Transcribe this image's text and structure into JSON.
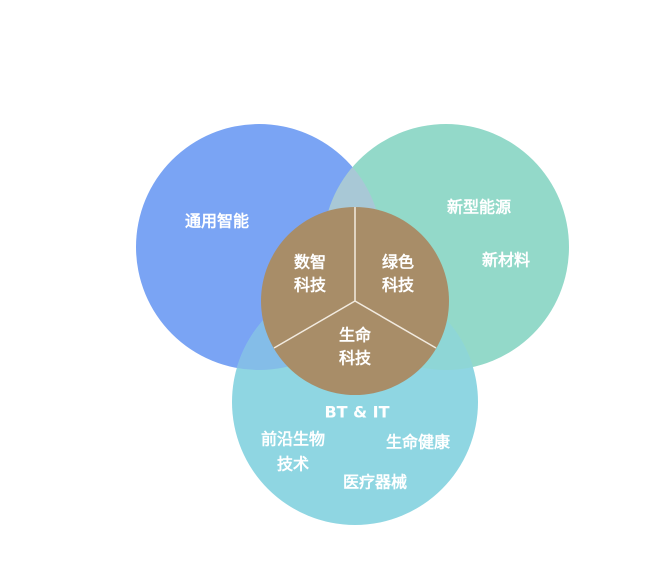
{
  "colors": {
    "circle_blue": "#7aa4f4",
    "circle_green": "#93d9c9",
    "circle_cyan": "#8fd6e2",
    "overlap_blue_green": "#a8c8d6",
    "overlap_blue_cyan": "#84bde8",
    "overlap_green_cyan": "#8ed6d6",
    "center": "#a88d68",
    "divider": "#f2ebe0",
    "text": "#ffffff"
  },
  "circles": {
    "blue": {
      "labels": [
        "通用智能"
      ]
    },
    "green": {
      "labels": [
        "新型能源",
        "新材料"
      ]
    },
    "cyan": {
      "labels": [
        "BT & IT",
        "前沿生物",
        "技术",
        "生命健康",
        "医疗器械"
      ]
    }
  },
  "center": {
    "digital": [
      "数智",
      "科技"
    ],
    "green": [
      "绿色",
      "科技"
    ],
    "life": [
      "生命",
      "科技"
    ]
  }
}
